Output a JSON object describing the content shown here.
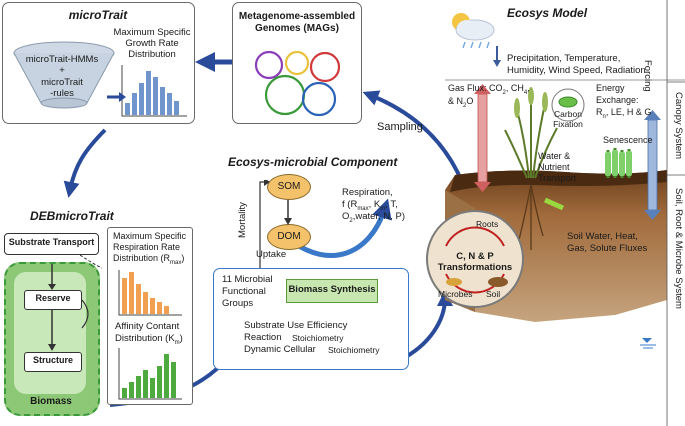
{
  "microtrait": {
    "title": "microTrait",
    "hmms": "microTrait-HMMs",
    "plus": "+",
    "rules_line1": "microTrait",
    "rules_line2": "-rules",
    "growth_line1": "Maximum Specific",
    "growth_line2": "Growth Rate",
    "growth_line3": "Distribution"
  },
  "mags": {
    "line1": "Metagenome-assembled",
    "line2": "Genomes (MAGs)"
  },
  "ecosys_model": {
    "title": "Ecosys Model",
    "forcing_text_1": "Precipitation, Temperature,",
    "forcing_text_2": "Humidity, Wind Speed, Radiation",
    "forcing_label": "Forcing",
    "canopy_label": "Canopy System",
    "soil_label": "Soil, Root & Microbe System",
    "gas_flux_1": "Gas Flux: CO",
    "gas_flux_co2_sub": "2",
    "gas_flux_ch4": ", CH",
    "gas_flux_ch4_sub": "4",
    "gas_flux_comma": ",",
    "gas_flux_2": "& N",
    "gas_flux_n2o_sub": "2",
    "gas_flux_o": "O",
    "carbon_fixation_1": "Carbon",
    "carbon_fixation_2": "Fixation",
    "energy_1": "Energy",
    "energy_2": "Exchange:",
    "energy_3": "R",
    "energy_3_sub": "n",
    "energy_4": ", LE, H & G",
    "senescence": "Senescence",
    "water_1": "Water &",
    "water_2": "Nutrient",
    "water_3": "Transport",
    "soil_water_1": "Soil Water, Heat,",
    "soil_water_2": "Gas, Solute Fluxes",
    "roots": "Roots",
    "transform_1": "C, N & P",
    "transform_2": "Transformations",
    "microbes": "Microbes",
    "soil": "Soil"
  },
  "sampling": "Sampling",
  "debmicrotrait": {
    "title": "DEBmicroTrait",
    "substrate_transport": "Substrate Transport",
    "reserve": "Reserve",
    "structure": "Structure",
    "biomass": "Biomass",
    "resp_line1": "Maximum Specific",
    "resp_line2": "Respiration Rate",
    "resp_line3": "Distribution (R",
    "resp_line3_sub": "max",
    "resp_line3_end": ")",
    "affinity_line1": "Affinity Contant",
    "affinity_line2": "Distribution (K",
    "affinity_line2_sub": "m",
    "affinity_line2_end": ")"
  },
  "microbial_component": {
    "title": "Ecosys-microbial Component",
    "som": "SOM",
    "dom": "DOM",
    "mortality": "Mortality",
    "uptake": "Uptake",
    "respiration_1": "Respiration,",
    "respiration_2": "f (R",
    "respiration_2_sub": "max",
    "respiration_3": ", K",
    "respiration_3_sub": "m",
    "respiration_4": ", T,",
    "respiration_5": "O",
    "respiration_5_sub": "2",
    "respiration_6": ",water, N, P)",
    "groups_1": "11 Microbial",
    "groups_2": "Functional",
    "groups_3": "Groups",
    "biomass_synthesis": "Biomass Synthesis",
    "sue": "Substrate Use Efficiency",
    "reaction": "Reaction",
    "reaction_stoich": "Stoichiometry",
    "dynamic": "Dynamic Cellular",
    "dynamic_stoich": "Stoichiometry"
  },
  "colors": {
    "arrow_blue": "#2a4a9a",
    "som_fill": "#f3c26b",
    "bar_blue": "#6f95cc",
    "bar_orange": "#f0a050",
    "bar_green": "#4eaa3e",
    "biomass_green": "#8dc877",
    "soil_brown": "#8b5a2b"
  },
  "icons": [
    "cloud-sun-rain-icon",
    "leaf-chloroplast-icon",
    "water-table-icon"
  ]
}
